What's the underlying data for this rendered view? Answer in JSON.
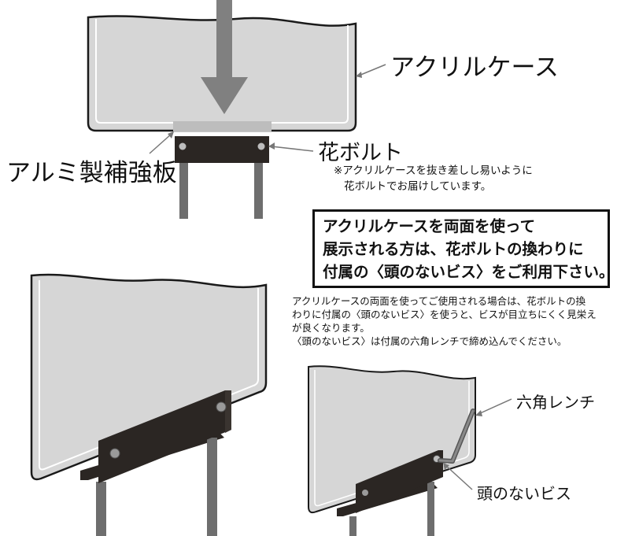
{
  "top": {
    "acrylic_case_label": "アクリルケース",
    "aluminum_plate_label": "アルミ製補強板",
    "flower_bolt_label": "花ボルト",
    "note_line1": "※アクリルケースを抜き差しし易いように",
    "note_line2": "花ボルトでお届けしています。"
  },
  "callout": {
    "line1": "アクリルケースを両面を使って",
    "line2": "展示される方は、花ボルトの換わりに",
    "line3": "付属の〈頭のないビス〉をご利用下さい。"
  },
  "description": {
    "line1": "アクリルケースの両面を使ってご使用される場合は、花ボルトの換",
    "line2": "わりに付属の〈頭のないビス〉を使うと、ビスが目立ちにくく見栄え",
    "line3": "が良くなります。",
    "line4": "〈頭のないビス〉は付属の六角レンチで締め込んでください。"
  },
  "bottom_right": {
    "hex_wrench_label": "六角レンチ",
    "headless_screw_label": "頭のないビス"
  },
  "colors": {
    "panel_fill": "#d6d6d6",
    "bracket": "#2b2623",
    "pole": "#6e6e6e",
    "arrow": "#808080",
    "plate": "#bdbdbd"
  }
}
